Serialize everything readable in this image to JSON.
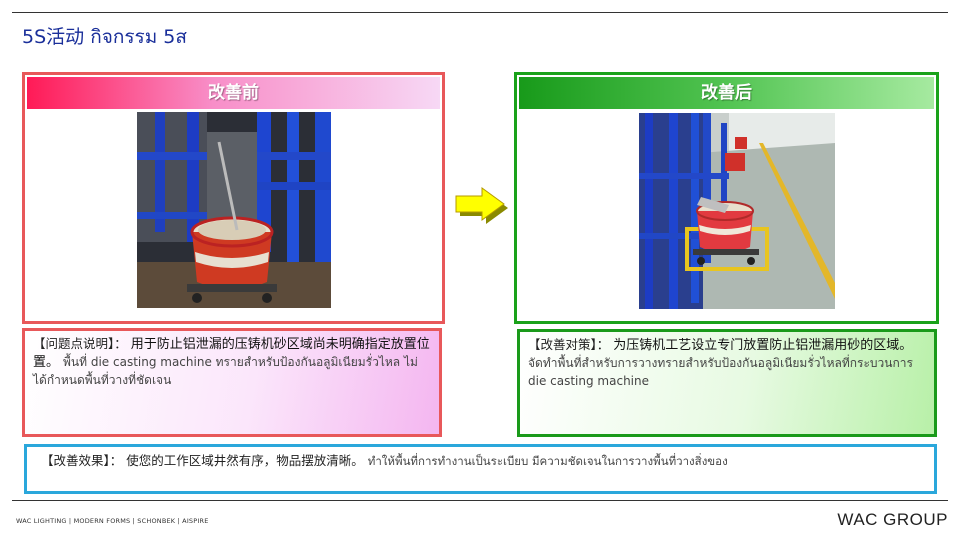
{
  "title": "5S活动 กิจกรรม 5ส",
  "before": {
    "header": "改善前",
    "photo_icon": "photo-sand-bucket-by-machine",
    "desc_label": "【问题点说明】：",
    "desc_cn": "用于防止铝泄漏的压铸机砂区域尚未明确指定放置位置。",
    "desc_th": "พื้นที่ die casting machine ทรายสำหรับป้องกันอลูมิเนียมรั่วไหล ไม่ได้กำหนดพื้นที่วางที่ชัดเจน"
  },
  "after": {
    "header": "改善后",
    "photo_icon": "photo-sand-bucket-in-marked-area",
    "desc_label": "【改善对策】：",
    "desc_cn": "为压铸机工艺设立专门放置防止铝泄漏用砂的区域。",
    "desc_th": "จัดทำพื้นที่สำหรับการวางทรายสำหรับป้องกันอลูมิเนียมรั่วไหลที่กระบวนการ die casting machine"
  },
  "arrow_icon": "right-arrow-icon",
  "effect": {
    "label": "【改善效果】：",
    "desc_cn": "使您的工作区域井然有序，物品摆放清晰。",
    "desc_th": "ทำให้พื้นที่การทำงานเป็นระเบียบ มีความชัดเจนในการวางพื้นที่วางสิ่งของ"
  },
  "footer": {
    "brands": "WAC LIGHTING   |   MODERN FORMS   |   SCHONBEK   |   AISPIRE",
    "logo": "WAC GROUP"
  },
  "colors": {
    "before_border": "#e8585a",
    "after_border": "#1aa21a",
    "effect_border": "#2aa7db",
    "title": "#1a2f9a",
    "arrow": "#ffff00"
  }
}
